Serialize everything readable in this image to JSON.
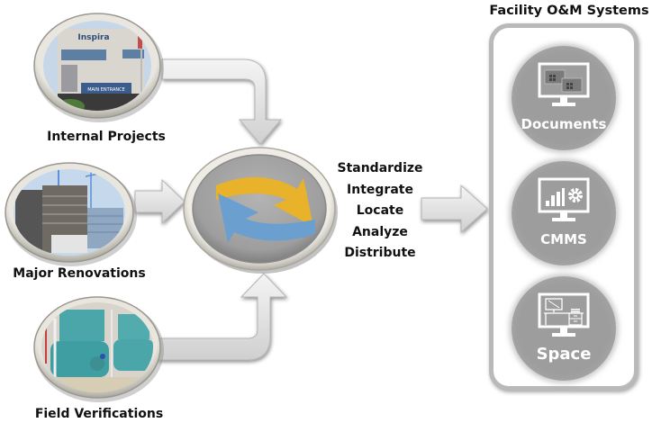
{
  "inputs": [
    {
      "label": "Internal Projects",
      "image": "building-photo"
    },
    {
      "label": "Major Renovations",
      "image": "construction-photo"
    },
    {
      "label": "Field Verifications",
      "image": "boiler-room-photo"
    }
  ],
  "hub": {
    "icon": "sync-arrows-icon",
    "colors": {
      "top_arrow": "#e8b22a",
      "bottom_arrow": "#6a9fd0"
    }
  },
  "process_steps": [
    "Standardize",
    "Integrate",
    "Locate",
    "Analyze",
    "Distribute"
  ],
  "systems": {
    "title": "Facility O&M Systems",
    "items": [
      {
        "label": "Documents",
        "icon": "monitor-folders-icon"
      },
      {
        "label": "CMMS",
        "icon": "monitor-chart-gear-icon"
      },
      {
        "label": "Space",
        "icon": "monitor-desk-icon"
      }
    ]
  },
  "photo_text": {
    "building_sign": "Inspira",
    "entrance_sign": "MAIN ENTRANCE"
  }
}
